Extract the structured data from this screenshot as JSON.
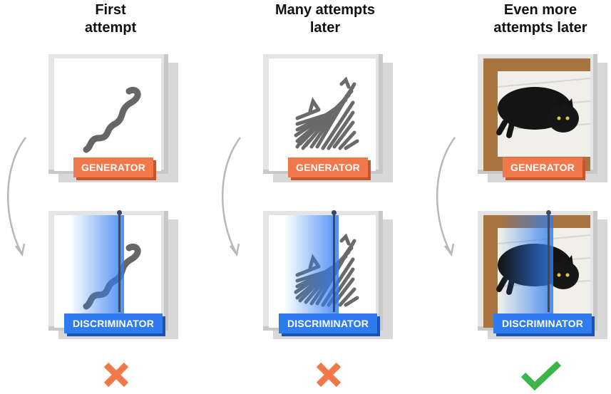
{
  "columns": [
    {
      "title_line1": "First",
      "title_line2": "attempt",
      "result": "reject"
    },
    {
      "title_line1": "Many attempts",
      "title_line2": "later",
      "result": "reject"
    },
    {
      "title_line1": "Even more",
      "title_line2": "attempts later",
      "result": "accept"
    }
  ],
  "labels": {
    "generator": "GENERATOR",
    "discriminator": "DISCRIMINATOR"
  },
  "colors": {
    "generator": "#f1784a",
    "discriminator": "#2f7cf0",
    "reject": "#f1784a",
    "accept": "#3cb54a"
  }
}
